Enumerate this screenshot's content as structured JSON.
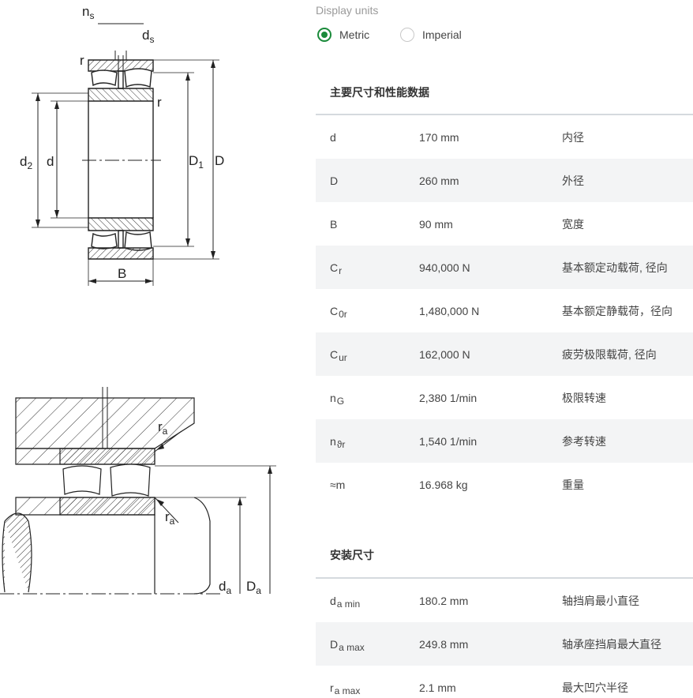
{
  "drawing_top": {
    "labels": {
      "ns": "n",
      "ns_sub": "s",
      "ds": "d",
      "ds_sub": "s",
      "r_top": "r",
      "r_right": "r",
      "d2": "d",
      "d2_sub": "2",
      "d": "d",
      "D1": "D",
      "D1_sub": "1",
      "D": "D",
      "B": "B"
    }
  },
  "drawing_bottom": {
    "labels": {
      "ra_top": "r",
      "ra_top_sub": "a",
      "ra_bottom": "r",
      "ra_bottom_sub": "a",
      "da": "d",
      "da_sub": "a",
      "Da": "D",
      "Da_sub": "a"
    }
  },
  "display_units": {
    "label": "Display units",
    "options": [
      {
        "label": "Metric",
        "selected": true
      },
      {
        "label": "Imperial",
        "selected": false
      }
    ],
    "accent_color": "#1a8a3a"
  },
  "main_section": {
    "title": "主要尺寸和性能数据",
    "rows": [
      {
        "sym": "d",
        "sub": "",
        "value": "170 mm",
        "desc": "内径"
      },
      {
        "sym": "D",
        "sub": "",
        "value": "260 mm",
        "desc": "外径"
      },
      {
        "sym": "B",
        "sub": "",
        "value": "90 mm",
        "desc": "宽度"
      },
      {
        "sym": "C",
        "sub": "r",
        "value": "940,000 N",
        "desc": "基本额定动载荷, 径向"
      },
      {
        "sym": "C",
        "sub": "0r",
        "value": "1,480,000 N",
        "desc": "基本额定静载荷，径向"
      },
      {
        "sym": "C",
        "sub": "ur",
        "value": "162,000 N",
        "desc": "疲劳极限载荷, 径向"
      },
      {
        "sym": "n",
        "sub": "G",
        "value": "2,380 1/min",
        "desc": "极限转速"
      },
      {
        "sym": "n",
        "sub": "ϑr",
        "value": "1,540 1/min",
        "desc": "参考转速"
      },
      {
        "sym": "≈m",
        "sub": "",
        "value": "16.968 kg",
        "desc": "重量"
      }
    ]
  },
  "mounting_section": {
    "title": "安装尺寸",
    "rows": [
      {
        "sym": "d",
        "sub": "a min",
        "value": "180.2 mm",
        "desc": "轴挡肩最小直径"
      },
      {
        "sym": "D",
        "sub": "a max",
        "value": "249.8 mm",
        "desc": "轴承座挡肩最大直径"
      },
      {
        "sym": "r",
        "sub": "a max",
        "value": "2.1 mm",
        "desc": "最大凹穴半径"
      }
    ]
  }
}
